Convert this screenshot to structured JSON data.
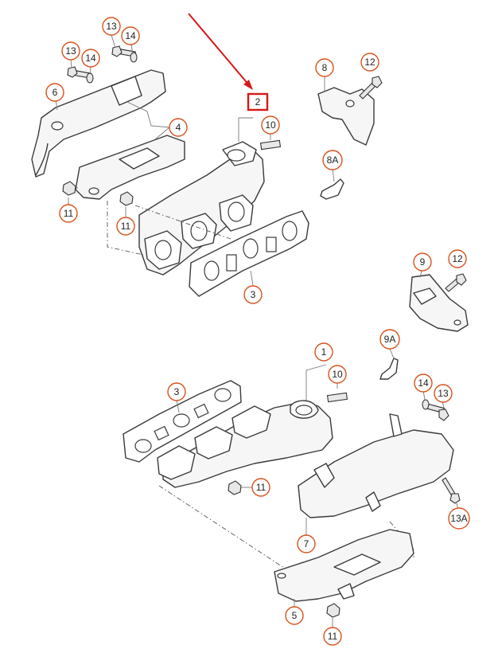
{
  "diagram": {
    "highlighted_callout": "2",
    "callout_color": "#d9521c",
    "highlight_color": "#d81818",
    "arrow_color": "#d81818",
    "callouts": {
      "c13_top": "13",
      "c14_top": "14",
      "c13_mid": "13",
      "c14_mid": "14",
      "c6": "6",
      "c4": "4",
      "c11_a": "11",
      "c11_b": "11",
      "c2": "2",
      "c10_top": "10",
      "c3_top": "3",
      "c8": "8",
      "c12_top": "12",
      "c8a": "8A",
      "c9": "9",
      "c12_mid": "12",
      "c9a": "9A",
      "c1": "1",
      "c10_bot": "10",
      "c3_bot": "3",
      "c14_bot": "14",
      "c13_bot": "13",
      "c11_c": "11",
      "c13a": "13A",
      "c7": "7",
      "c5": "5",
      "c11_d": "11"
    }
  }
}
